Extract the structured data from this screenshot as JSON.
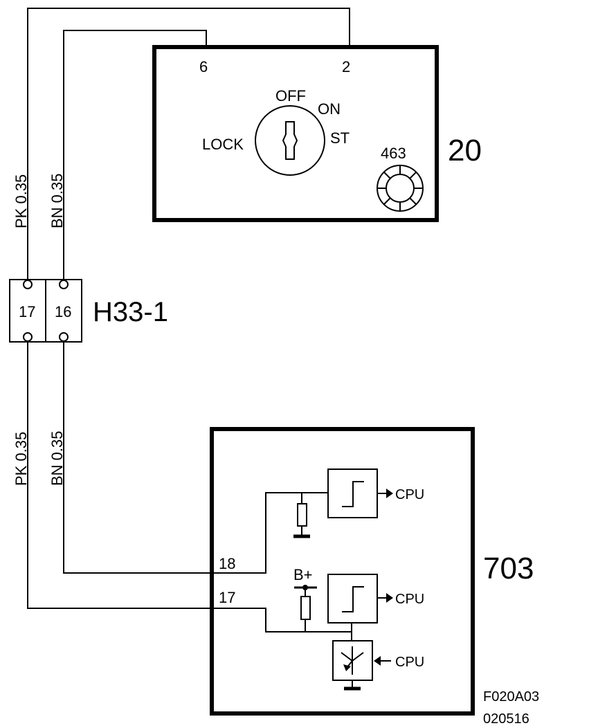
{
  "ignition_switch": {
    "id": "20",
    "pin_6": "6",
    "pin_2": "2",
    "pos_off": "OFF",
    "pos_on": "ON",
    "pos_lock": "LOCK",
    "pos_st": "ST",
    "ring_id": "463"
  },
  "connector": {
    "id": "H33-1",
    "pin_left": "17",
    "pin_right": "16"
  },
  "wires": {
    "pk_upper": "PK  0.35",
    "bn_upper": "BN  0.35",
    "pk_lower": "PK  0.35",
    "bn_lower": "BN  0.35"
  },
  "control_module": {
    "id": "703",
    "pin_18": "18",
    "pin_17": "17",
    "supply_label": "B+",
    "cpu_label_1": "CPU",
    "cpu_label_2": "CPU",
    "cpu_label_3": "CPU"
  },
  "footer": {
    "figure_code": "F020A03",
    "date_code": "020516"
  }
}
